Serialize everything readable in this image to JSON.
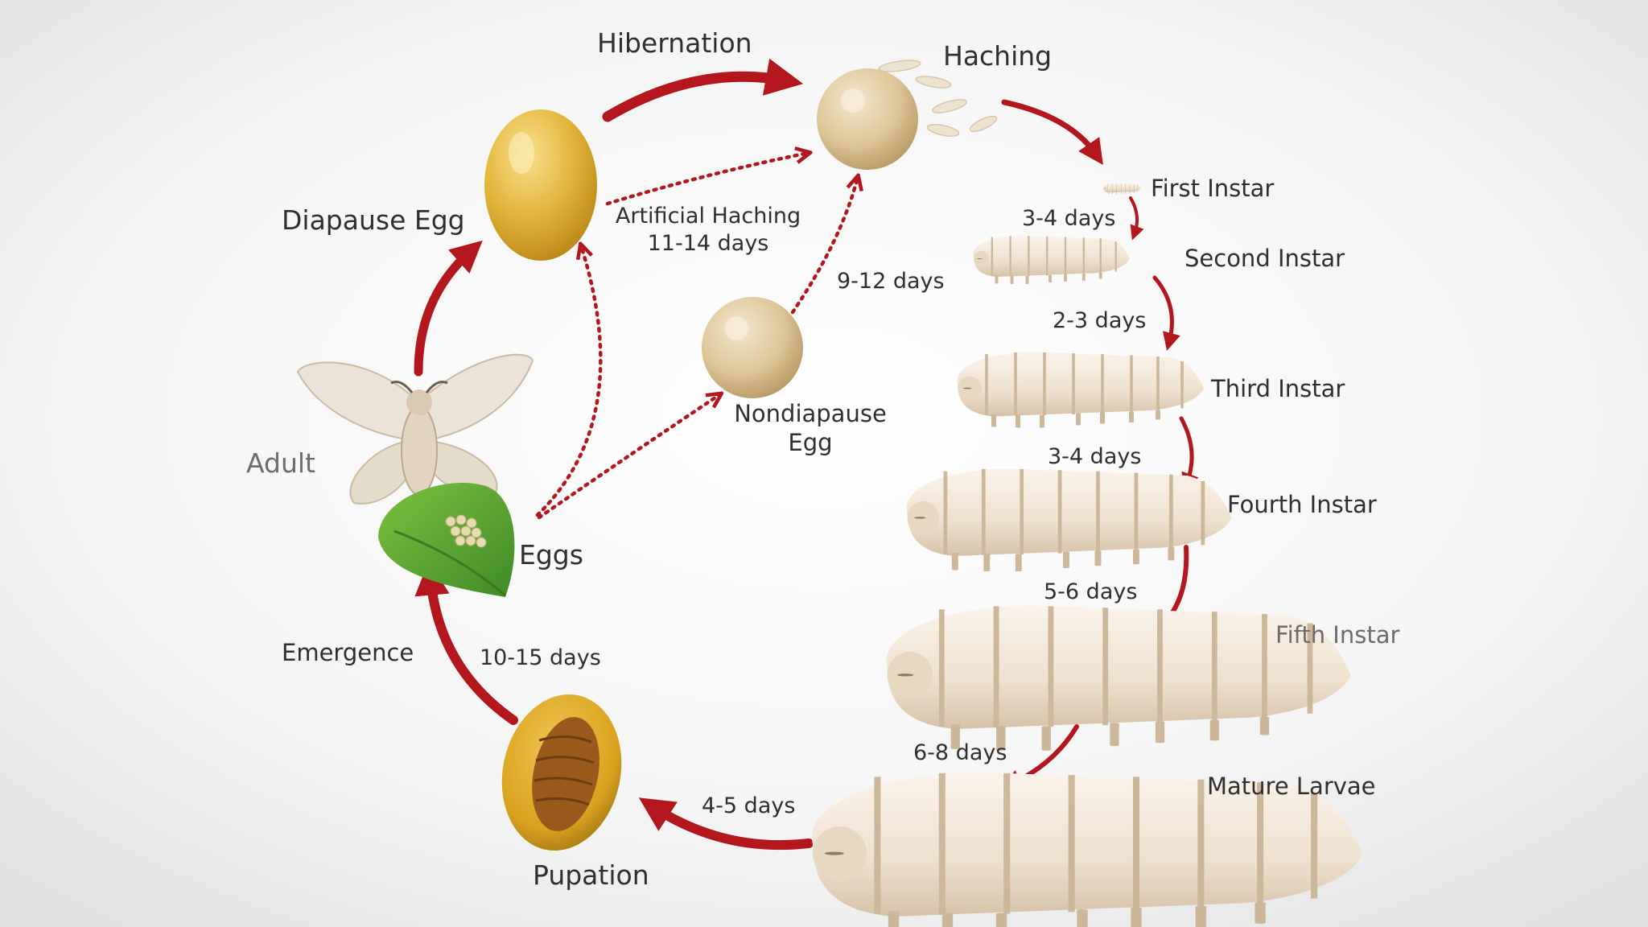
{
  "colors": {
    "arrow": "#b3161c",
    "background_center": "#ffffff",
    "background_edge": "#e2e2e2",
    "diapause_egg": "#e3b53a",
    "nondiapause_egg": "#ddc596",
    "leaf": "#5aa532",
    "larva_body": "#f3e7d7",
    "cocoon": "#d8a21e",
    "pupa": "#9a5a1e",
    "text": "#2f2f2f"
  },
  "stages": {
    "diapause_egg": "Diapause Egg",
    "hatching": "Haching",
    "nondiapause_egg": "Nondiapause Egg",
    "adult": "Adult",
    "eggs": "Eggs",
    "emergence": "Emergence",
    "pupation": "Pupation",
    "first_instar": "First Instar",
    "second_instar": "Second Instar",
    "third_instar": "Third Instar",
    "fourth_instar": "Fourth Instar",
    "fifth_instar": "Fifth Instar",
    "mature_larvae": "Mature Larvae"
  },
  "transitions": {
    "hibernation": "Hibernation",
    "artificial_hatching": "Artificial Haching",
    "artificial_hatching_duration": "11-14 days",
    "nondiapause_duration": "9-12 days",
    "first_to_second": "3-4 days",
    "second_to_third": "2-3 days",
    "third_to_fourth": "3-4 days",
    "fourth_to_fifth": "5-6 days",
    "fifth_to_mature": "6-8 days",
    "mature_to_pupation": "4-5 days",
    "pupation_to_adult": "10-15 days"
  }
}
